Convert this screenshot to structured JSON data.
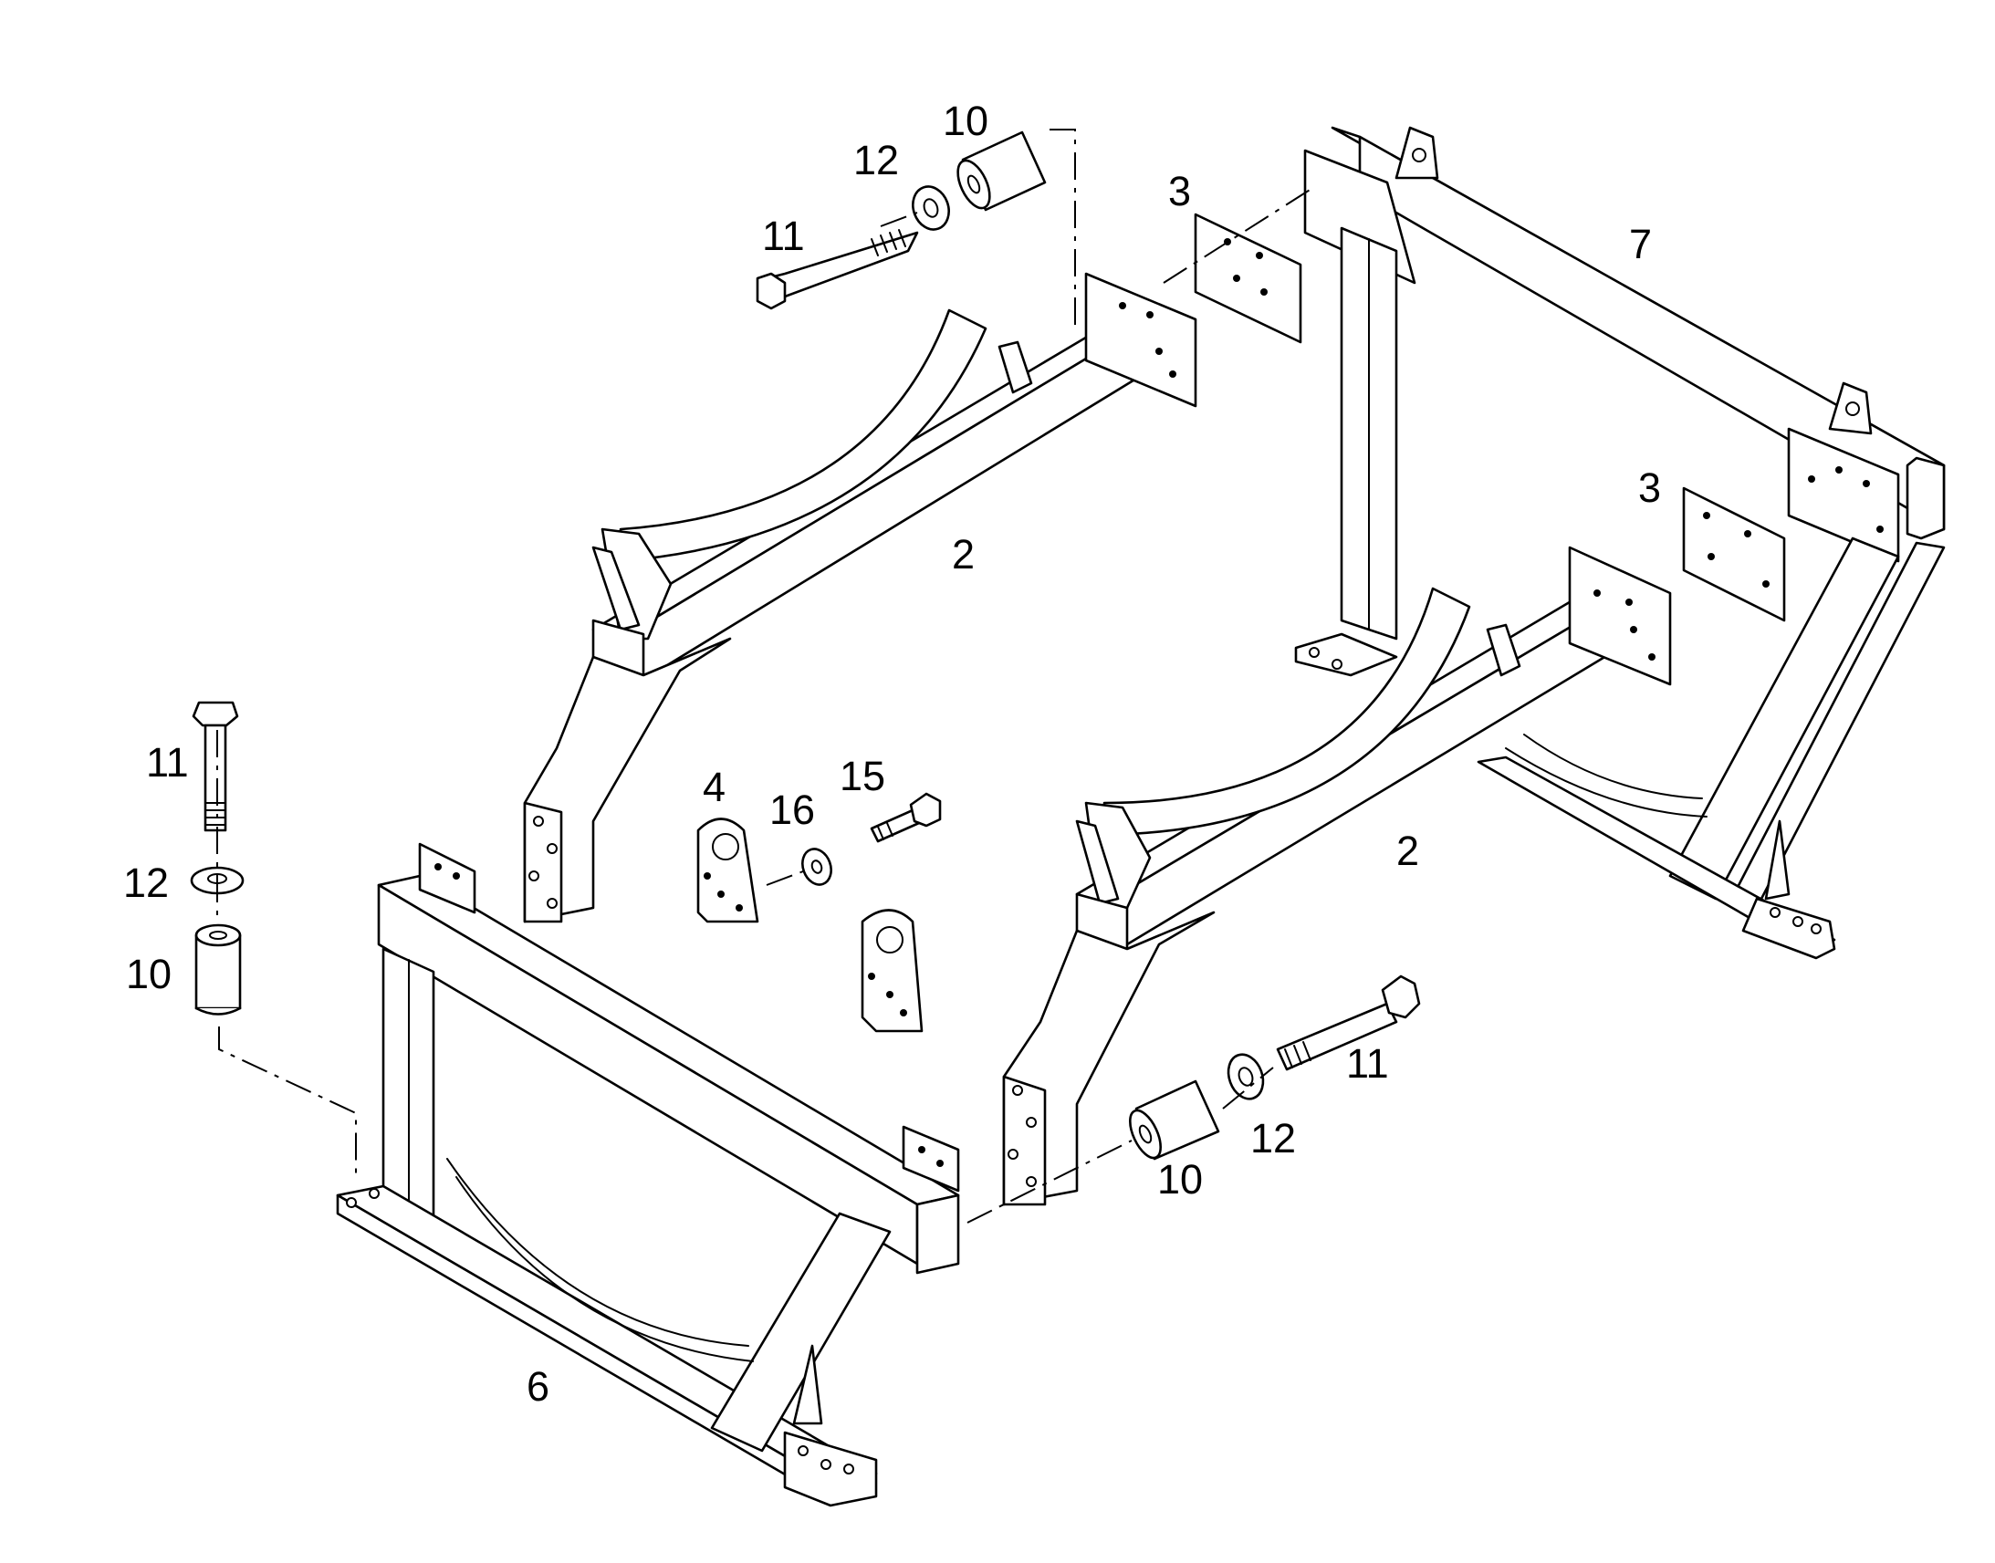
{
  "diagram": {
    "callouts": {
      "c10_top": "10",
      "c12_top": "12",
      "c11_top": "11",
      "c3_top": "3",
      "c7": "7",
      "c3_right": "3",
      "c2_back": "2",
      "c2_front": "2",
      "c11_left": "11",
      "c12_left": "12",
      "c10_left": "10",
      "c4": "4",
      "c16": "16",
      "c15": "15",
      "c11_bottom": "11",
      "c12_bottom": "12",
      "c10_bottom": "10",
      "c6": "6"
    }
  }
}
